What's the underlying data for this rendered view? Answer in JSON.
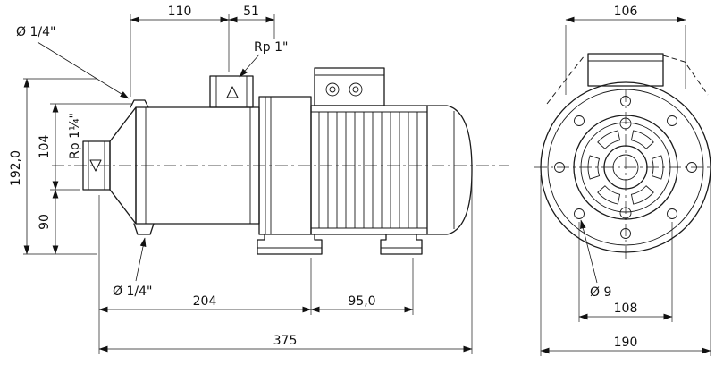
{
  "drawing": {
    "side_view": {
      "dim_110": "110",
      "dim_51": "51",
      "label_vent": "Ø 1/4\"",
      "label_port_top": "Rp 1\"",
      "label_suction": "Rp 1¼\"",
      "dim_height_total": "192,0",
      "dim_104": "104",
      "dim_90": "90",
      "label_drain": "Ø 1/4\"",
      "dim_204": "204",
      "dim_95": "95,0",
      "dim_375": "375"
    },
    "front_view": {
      "dim_106": "106",
      "label_bolt_hole": "Ø 9",
      "dim_108": "108",
      "dim_190": "190"
    }
  }
}
